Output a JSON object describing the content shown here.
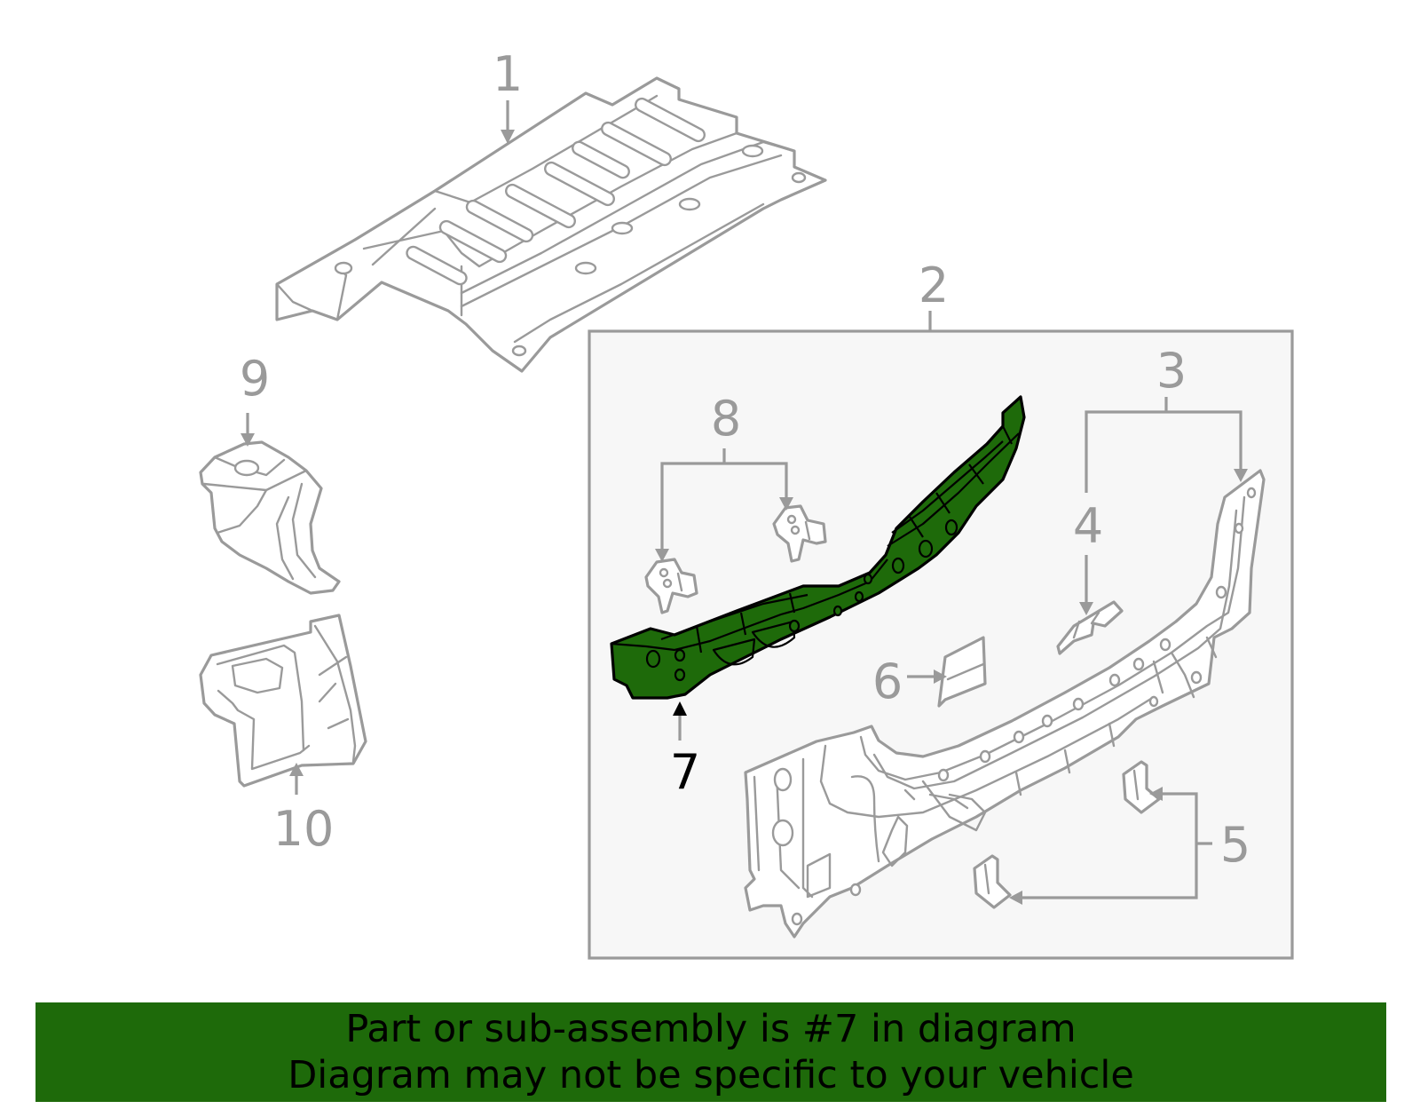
{
  "diagram": {
    "callouts": {
      "c1": "1",
      "c2": "2",
      "c3": "3",
      "c4": "4",
      "c5": "5",
      "c6": "6",
      "c7": "7",
      "c8": "8",
      "c9": "9",
      "c10": "10"
    },
    "highlighted_part": "7",
    "highlight_color": "#1e6a0a",
    "line_color": "#9a9a9a"
  },
  "banner": {
    "line1": "Part or sub-assembly is #7 in diagram",
    "line2": "Diagram may not be specific to your vehicle",
    "background": "#1e6a0a"
  }
}
